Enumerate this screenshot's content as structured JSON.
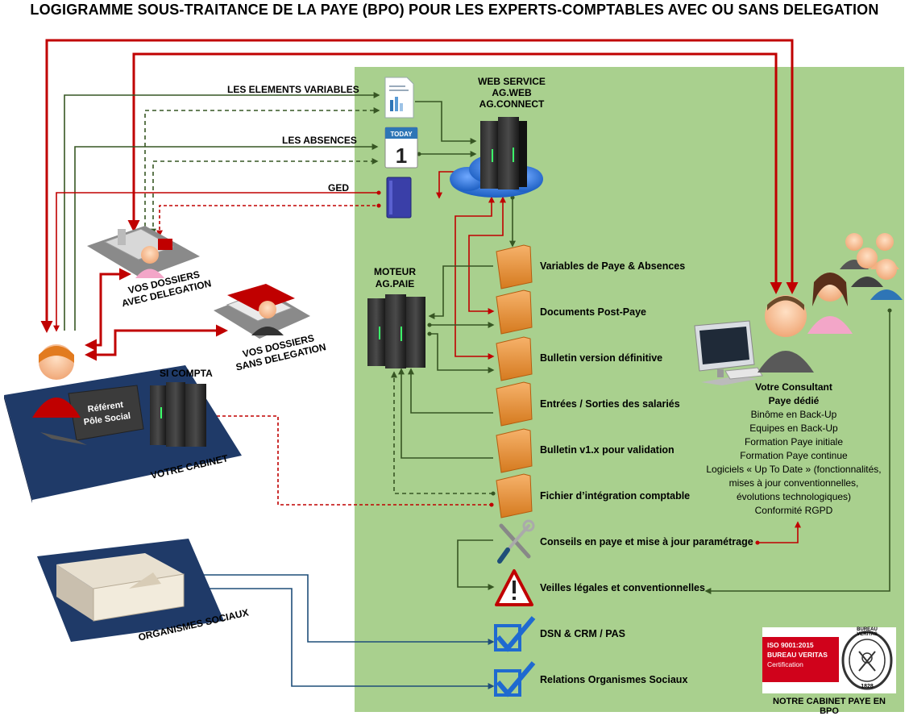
{
  "title": "LOGIGRAMME SOUS-TRAITANCE DE LA PAYE (BPO) POUR LES EXPERTS-COMPTABLES AVEC OU SANS DELEGATION",
  "colors": {
    "panel": "#a9d08e",
    "red_flow": "#c00000",
    "green_flow": "#375623",
    "blue_flow": "#1f4e79",
    "board": "#1f3a68",
    "cloud": "#2f6fcc"
  },
  "inputs": {
    "elements_variables": "LES ELEMENTS VARIABLES",
    "absences": "LES ABSENCES",
    "ged": "GED"
  },
  "web_service": {
    "line1": "WEB SERVICE",
    "line2": "AG.WEB",
    "line3": "AG.CONNECT"
  },
  "moteur": {
    "line1": "MOTEUR",
    "line2": "AG.PAIE"
  },
  "si_compta": "SI COMPTA",
  "dossiers_avec": {
    "line1": "VOS DOSSIERS",
    "line2": "AVEC DELEGATION"
  },
  "dossiers_sans": {
    "line1": "VOS DOSSIERS",
    "line2": "SANS DELEGATION"
  },
  "referent": {
    "line1": "Référent",
    "line2": "Pôle Social"
  },
  "votre_cabinet": "VOTRE CABINET",
  "organismes": "ORGANISMES SOCIAUX",
  "outputs": [
    "Variables de Paye & Absences",
    "Documents Post-Paye",
    "Bulletin version définitive",
    "Entrées / Sorties des salariés",
    "Bulletin v1.x pour validation",
    "Fichier d’intégration comptable",
    "Conseils en paye et mise à jour paramétrage",
    "Veilles légales et conventionnelles",
    "DSN & CRM / PAS",
    "Relations Organismes Sociaux"
  ],
  "consultant": {
    "head1": "Votre Consultant",
    "head2": "Paye dédié",
    "items": [
      "Binôme en Back-Up",
      "Equipes en Back-Up",
      "Formation Paye initiale",
      "Formation Paye continue",
      "Logiciels « Up To Date » (fonctionnalités,",
      "mises à jour conventionnelles,",
      "évolutions technologiques)",
      "Conformité RGPD"
    ]
  },
  "certification": {
    "iso": "ISO 9001:2015",
    "bv": "BUREAU VERITAS",
    "cert": "Certification",
    "seal_top": "BUREAU VERITAS",
    "seal_year": "1828",
    "caption": "NOTRE CABINET PAYE EN BPO"
  },
  "icons": [
    "document-chart-icon",
    "calendar-today-icon",
    "binder-icon",
    "server-icon",
    "cloud-icon",
    "folder-icon",
    "tools-icon",
    "warning-icon",
    "checkbox-icon",
    "person-icon",
    "building-icon",
    "laptop-icon",
    "monitor-icon",
    "certification-seal-icon"
  ]
}
